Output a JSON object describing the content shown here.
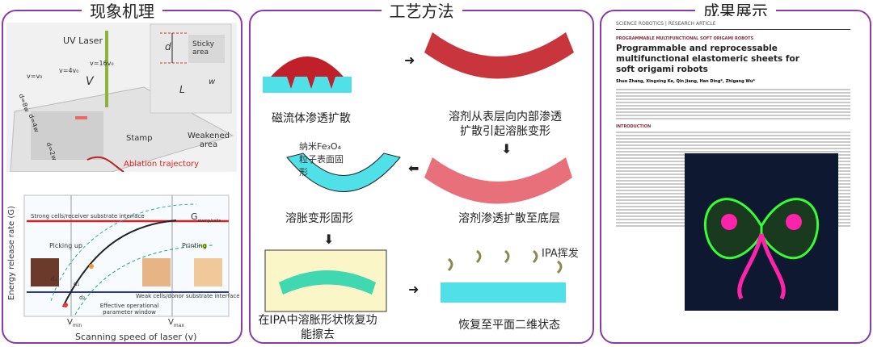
{
  "panels": {
    "left": {
      "title": "现象机理",
      "top": {
        "uv_laser": "UV Laser",
        "v1": "v=v₀",
        "v2": "v=4v₀",
        "v3": "v=16v₀",
        "v": "V",
        "d": "d",
        "sticky": "Sticky area",
        "w": "w",
        "L": "L",
        "d8": "d=8w",
        "d4": "d=4w",
        "d2": "d=2w",
        "stamp": "Stamp",
        "weakened": "Weakened area",
        "ablation": "Ablation trajectory"
      },
      "graph": {
        "ylabel": "Energy release rate (G)",
        "xlabel": "Scanning speed of laser (v)",
        "strong": "Strong cells/receiver substrate interface",
        "weak": "Weak cells/donor substrate interface",
        "g_label": "G",
        "g_sub": "stamp/cells",
        "picking": "Picking up",
        "printing": "Printing",
        "window": "Effective operational parameter window",
        "vmin": "V",
        "vmin_sub": "min",
        "vmax": "V",
        "vmax_sub": "max",
        "d1": "d₁",
        "d2": "d₂",
        "d3": "d₃"
      }
    },
    "middle": {
      "title": "工艺方法",
      "steps": [
        "磁流体渗透扩散",
        "溶剂从表层向内部渗透扩散引起溶胀变形",
        "溶剂渗透扩散至底层",
        "溶胀变形固形",
        "在IPA中溶胀形状恢复功能擦去",
        "恢复至平面二维状态"
      ],
      "particle_note": "纳米Fe₃O₄粒子表面固形",
      "ipa_note": "IPA挥发"
    },
    "right": {
      "title": "成果展示",
      "journal": "SCIENCE ROBOTICS | RESEARCH ARTICLE",
      "section": "PROGRAMMABLE MULTIFUNCTIONAL SOFT ORIGAMI ROBOTS",
      "article_title": "Programmable and reprocessable multifunctional elastomeric sheets for soft origami robots",
      "authors": "Shuo Zhang, Xingxing Ke, Qin Jiang, Han Ding*, Zhigang Wu*",
      "intro": "INTRODUCTION"
    }
  },
  "colors": {
    "frame": "#8a3aa8",
    "cyan": "#4fe0e8",
    "red": "#c0202a",
    "blue": "#2a3a9a"
  }
}
